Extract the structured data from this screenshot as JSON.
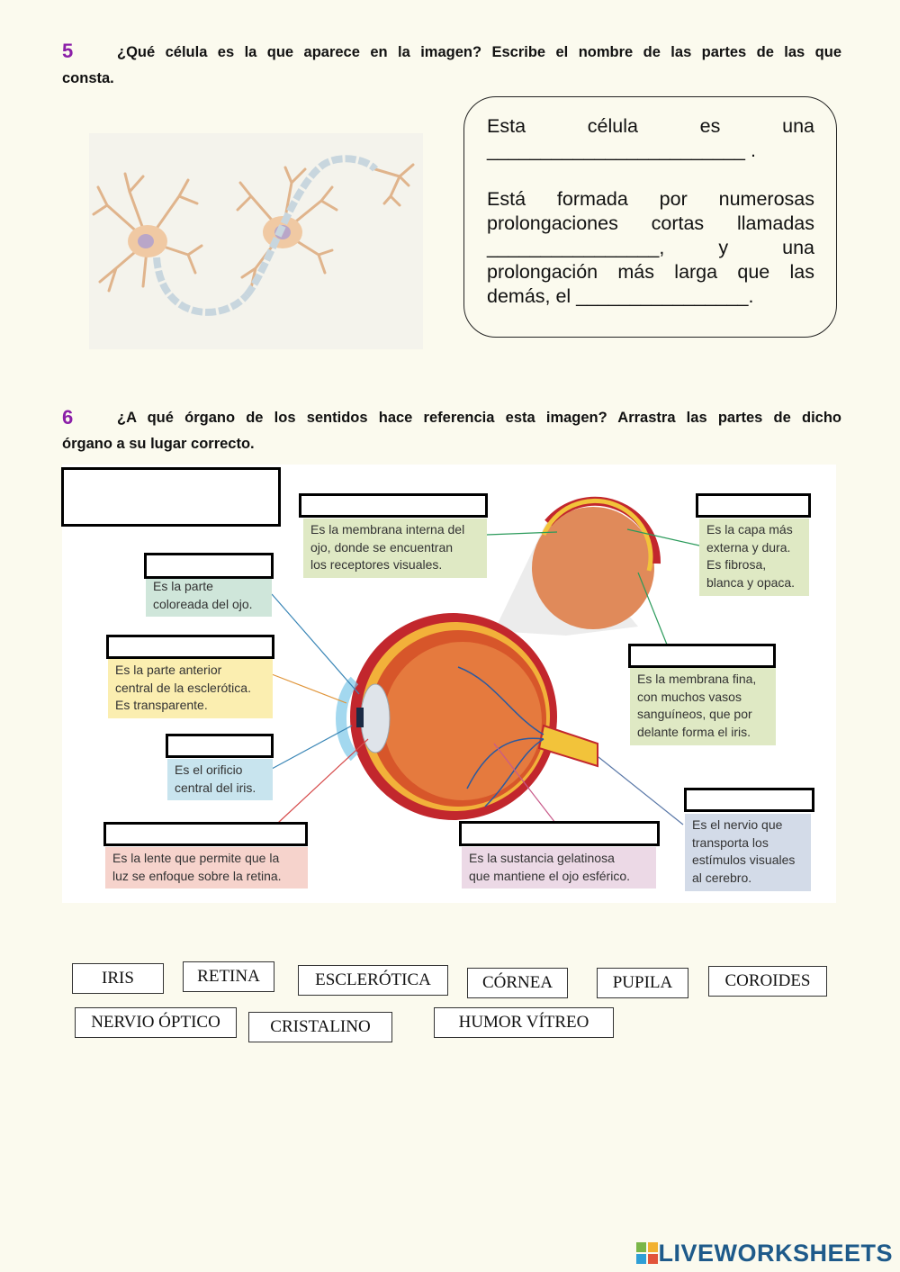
{
  "question5": {
    "number": "5",
    "line1": "¿Qué célula es la que aparece en la imagen? Escribe el nombre de las partes de las que",
    "line2": "consta.",
    "bubble_lines": [
      "Esta célula es una",
      "________________________ .",
      "Está formada por numerosas",
      "prolongaciones cortas llamadas",
      "________________, y una",
      "prolongación más larga que las",
      "demás, el ________________."
    ]
  },
  "question6": {
    "number": "6",
    "line1": "¿A qué órgano de los sentidos hace referencia esta imagen? Arrastra las partes de dicho",
    "line2": "órgano a su lugar correcto."
  },
  "labels": {
    "retina": [
      "Es la membrana interna del",
      "ojo, donde se encuentran",
      "los receptores visuales."
    ],
    "esclerotica": [
      "Es la capa más",
      "externa y dura.",
      "Es fibrosa,",
      "blanca y opaca."
    ],
    "iris": [
      "Es la parte",
      "coloreada del ojo."
    ],
    "cornea": [
      "Es la parte anterior",
      "central de la esclerótica.",
      "Es transparente."
    ],
    "coroides": [
      "Es la membrana fina,",
      "con muchos vasos",
      "sanguíneos, que por",
      "delante forma el iris."
    ],
    "pupila": [
      "Es el orificio",
      "central del iris."
    ],
    "nervio": [
      "Es el nervio que",
      "transporta los",
      "estímulos visuales",
      "al cerebro."
    ],
    "cristalino": [
      "Es la lente que permite que la",
      "luz se enfoque sobre la retina."
    ],
    "humor": [
      "Es la sustancia gelatinosa",
      "que mantiene el ojo esférico."
    ]
  },
  "chips": [
    "IRIS",
    "RETINA",
    "ESCLERÓTICA",
    "CÓRNEA",
    "PUPILA",
    "COROIDES",
    "NERVIO ÓPTICO",
    "CRISTALINO",
    "HUMOR VÍTREO"
  ],
  "footer": {
    "brand": "LIVEWORKSHEETS"
  },
  "colors": {
    "label_green": "#dfe9c4",
    "label_teal": "#cfe6da",
    "label_yellow": "#fbeeb0",
    "label_blue": "#c8e4ee",
    "label_pink": "#f6d3cc",
    "label_lilac": "#ecd9e6",
    "label_grey_blue": "#d3dbe8",
    "question_number": "#8b1fa8"
  }
}
